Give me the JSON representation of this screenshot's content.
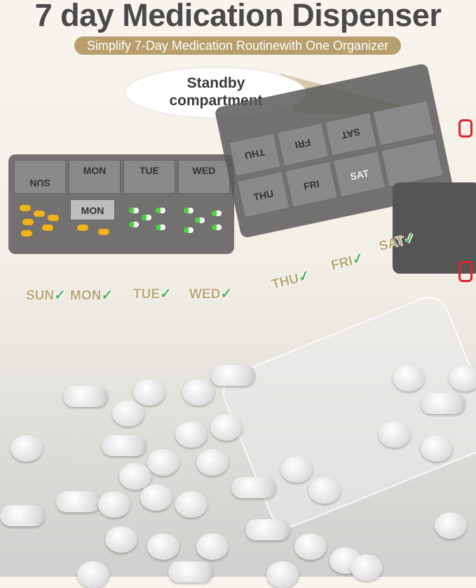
{
  "header": {
    "title": "7 day Medication Dispenser",
    "subtitle": "Simplify 7-Day Medication Routinewith One Organizer"
  },
  "callout": {
    "line1": "Standby",
    "line2": "compartment"
  },
  "box_left": {
    "lid_labels": [
      "SUN",
      "MON",
      "TUE",
      "WED"
    ],
    "inner_label": "MON"
  },
  "box_right": {
    "lid_top_labels": [
      "THU",
      "FRI",
      "SAT"
    ],
    "lid_bottom_labels": [
      "THU",
      "FRI",
      "SAT"
    ]
  },
  "day_labels": [
    {
      "label": "SUN",
      "check": "✓"
    },
    {
      "label": "MON",
      "check": "✓"
    },
    {
      "label": "TUE",
      "check": "✓"
    },
    {
      "label": "WED",
      "check": "✓"
    },
    {
      "label": "THU",
      "check": "✓"
    },
    {
      "label": "FRI",
      "check": "✓"
    },
    {
      "label": "SAT",
      "check": "✓"
    }
  ],
  "colors": {
    "title": "#4a4a4a",
    "banner": "#b79e6c",
    "day_text": "#b8a677",
    "check": "#4cb35e",
    "latch": "#e0252a"
  }
}
